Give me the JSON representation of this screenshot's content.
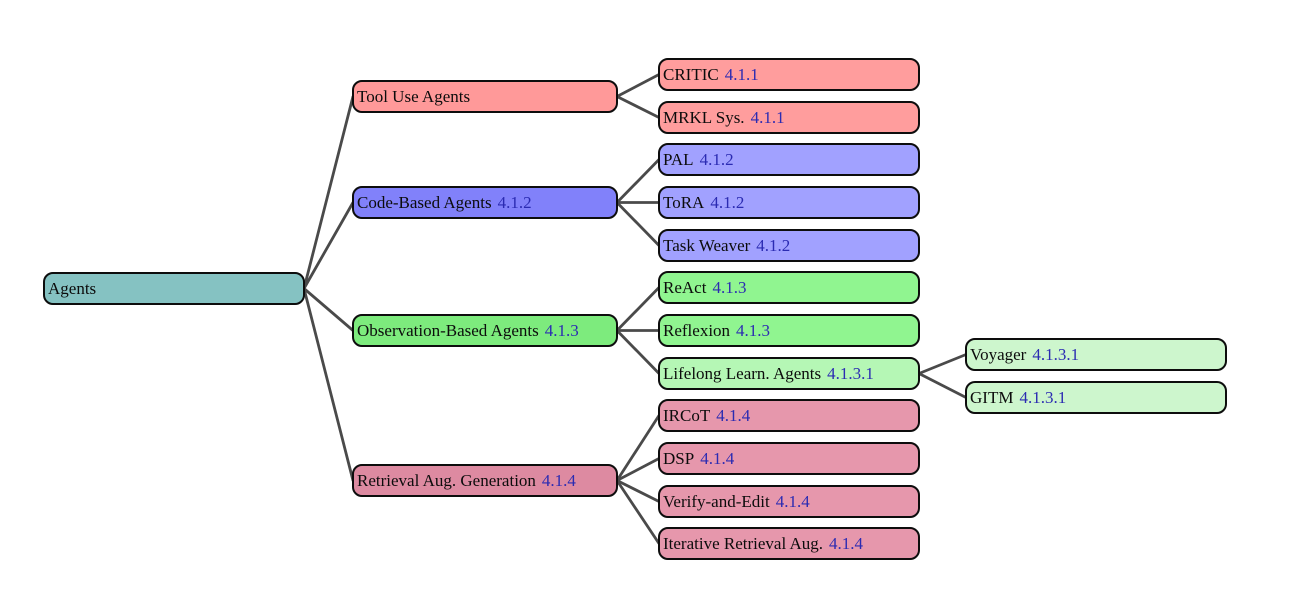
{
  "figure": {
    "type": "taxonomy-tree",
    "orientation": "left-to-right",
    "connector_color": "#4a4a4a",
    "text_color": "#0c0c0c",
    "ref_color": "#2b2bb2"
  },
  "diagram": {
    "nodes": {
      "agents": {
        "label": "Agents",
        "ref": "",
        "bg": "#85c2c2"
      },
      "tool_use": {
        "label": "Tool Use Agents",
        "ref": "",
        "bg": "#ff9999"
      },
      "critic": {
        "label": "CRITIC",
        "ref": "4.1.1",
        "bg": "#ff9d9d"
      },
      "mrkl": {
        "label": "MRKL Sys.",
        "ref": "4.1.1",
        "bg": "#ff9d9d"
      },
      "code_based": {
        "label": "Code-Based Agents",
        "ref": "4.1.2",
        "bg": "#8181fa"
      },
      "pal": {
        "label": "PAL",
        "ref": "4.1.2",
        "bg": "#a1a1ff"
      },
      "tora": {
        "label": "ToRA",
        "ref": "4.1.2",
        "bg": "#a1a1ff"
      },
      "task_weaver": {
        "label": "Task Weaver",
        "ref": "4.1.2",
        "bg": "#a1a1ff"
      },
      "observation": {
        "label": "Observation-Based Agents",
        "ref": "4.1.3",
        "bg": "#7deb7d"
      },
      "react": {
        "label": "ReAct",
        "ref": "4.1.3",
        "bg": "#90f590"
      },
      "reflexion": {
        "label": "Reflexion",
        "ref": "4.1.3",
        "bg": "#90f590"
      },
      "lifelong": {
        "label": "Lifelong Learn. Agents",
        "ref": "4.1.3.1",
        "bg": "#b5f7b5"
      },
      "voyager": {
        "label": "Voyager",
        "ref": "4.1.3.1",
        "bg": "#cdf6cd"
      },
      "gitm": {
        "label": "GITM",
        "ref": "4.1.3.1",
        "bg": "#cdf6cd"
      },
      "retrieval": {
        "label": "Retrieval Aug. Generation",
        "ref": "4.1.4",
        "bg": "#dd8aa1"
      },
      "ircot": {
        "label": "IRCoT",
        "ref": "4.1.4",
        "bg": "#e697ac"
      },
      "dsp": {
        "label": "DSP",
        "ref": "4.1.4",
        "bg": "#e697ac"
      },
      "verify": {
        "label": "Verify-and-Edit",
        "ref": "4.1.4",
        "bg": "#e697ac"
      },
      "iterative": {
        "label": "Iterative Retrieval Aug.",
        "ref": "4.1.4",
        "bg": "#e697ac"
      }
    },
    "edges": [
      [
        "agents",
        "tool_use"
      ],
      [
        "agents",
        "code_based"
      ],
      [
        "agents",
        "observation"
      ],
      [
        "agents",
        "retrieval"
      ],
      [
        "tool_use",
        "critic"
      ],
      [
        "tool_use",
        "mrkl"
      ],
      [
        "code_based",
        "pal"
      ],
      [
        "code_based",
        "tora"
      ],
      [
        "code_based",
        "task_weaver"
      ],
      [
        "observation",
        "react"
      ],
      [
        "observation",
        "reflexion"
      ],
      [
        "observation",
        "lifelong"
      ],
      [
        "lifelong",
        "voyager"
      ],
      [
        "lifelong",
        "gitm"
      ],
      [
        "retrieval",
        "ircot"
      ],
      [
        "retrieval",
        "dsp"
      ],
      [
        "retrieval",
        "verify"
      ],
      [
        "retrieval",
        "iterative"
      ]
    ]
  }
}
